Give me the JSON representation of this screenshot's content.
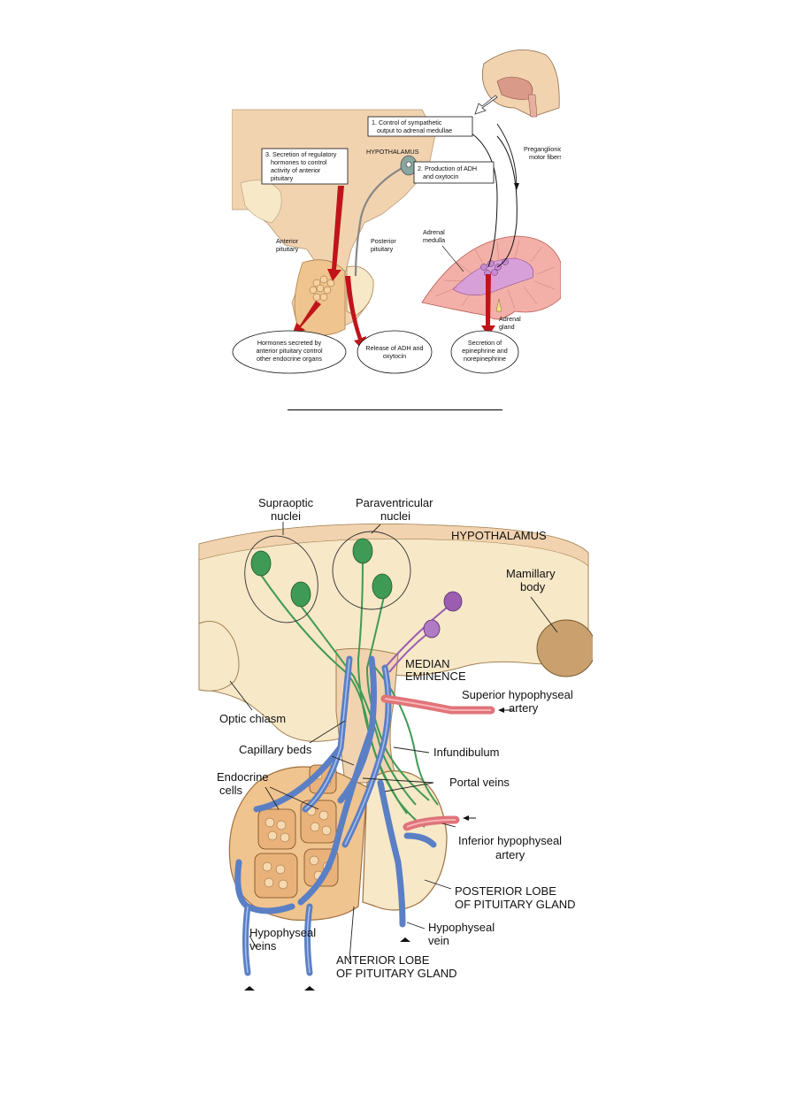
{
  "figure_top": {
    "hypothalamus_label": "HYPOTHALAMUS",
    "box1": [
      "1. Control of sympathetic",
      "output to adrenal medullae"
    ],
    "box2": [
      "2. Production of ADH",
      "and oxytocin"
    ],
    "box3": [
      "3. Secretion of regulatory",
      "hormones to control",
      "activity of anterior",
      "pituitary"
    ],
    "preganglionic": [
      "Preganglionic",
      "motor fibers"
    ],
    "anterior_pituitary": [
      "Anterior",
      "pituitary"
    ],
    "posterior_pituitary": [
      "Posterior",
      "pituitary"
    ],
    "adrenal_medulla": [
      "Adrenal",
      "medulla"
    ],
    "adrenal_gland": [
      "Adrenal",
      "gland"
    ],
    "oval_left": [
      "Hormones secreted by",
      "anterior pituitary control",
      "other endocrine organs"
    ],
    "oval_mid": [
      "Release of ADH and",
      "oxytocin"
    ],
    "oval_right": [
      "Secretion of",
      "epinephrine and",
      "norepinephrine"
    ]
  },
  "figure_bottom": {
    "supraoptic": [
      "Supraoptic",
      "nuclei"
    ],
    "paraventricular": [
      "Paraventricular",
      "nuclei"
    ],
    "hypothalamus": "HYPOTHALAMUS",
    "mamillary": [
      "Mamillary",
      "body"
    ],
    "median_eminence": [
      "MEDIAN",
      "EMINENCE"
    ],
    "superior_artery": [
      "Superior hypophyseal",
      "artery"
    ],
    "optic_chiasm": "Optic chiasm",
    "capillary_beds": "Capillary beds",
    "infundibulum": "Infundibulum",
    "endocrine_cells": [
      "Endocrine",
      "cells"
    ],
    "portal_veins": "Portal veins",
    "inferior_artery": [
      "Inferior hypophyseal",
      "artery"
    ],
    "posterior_lobe": [
      "POSTERIOR LOBE",
      "OF PITUITARY GLAND"
    ],
    "hypophyseal_vein": [
      "Hypophyseal",
      "vein"
    ],
    "hypophyseal_veins": [
      "Hypophyseal",
      "veins"
    ],
    "anterior_lobe": [
      "ANTERIOR LOBE",
      "OF PITUITARY GLAND"
    ]
  },
  "colors": {
    "tissue": "#f2d3b0",
    "tissue_light": "#f7e8c8",
    "neuron_green": "#3f9a55",
    "neuron_purple": "#9a5db0",
    "vein_blue": "#5b7fc4",
    "artery_red": "#e0747a",
    "arrow_red": "#c0141a",
    "adrenal_pink": "#f2b0a8"
  }
}
